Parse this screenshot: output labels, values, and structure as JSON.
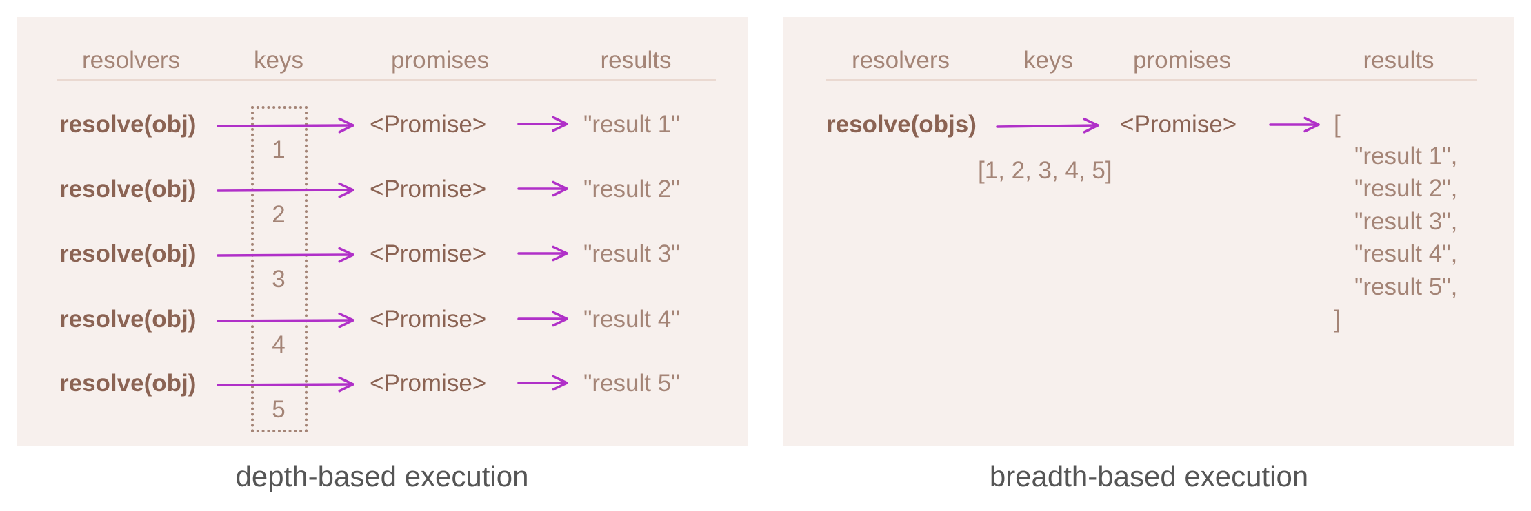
{
  "colors": {
    "panel_bg": "#f7f0ed",
    "text_brown": "#8b6353",
    "text_light": "#a48476",
    "arrow": "#b030c8",
    "caption": "#555555"
  },
  "left": {
    "headers": {
      "resolvers": "resolvers",
      "keys": "keys",
      "promises": "promises",
      "results": "results"
    },
    "rows": [
      {
        "resolver": "resolve(obj)",
        "key": "1",
        "promise": "<Promise>",
        "result": "\"result 1\""
      },
      {
        "resolver": "resolve(obj)",
        "key": "2",
        "promise": "<Promise>",
        "result": "\"result 2\""
      },
      {
        "resolver": "resolve(obj)",
        "key": "3",
        "promise": "<Promise>",
        "result": "\"result 3\""
      },
      {
        "resolver": "resolve(obj)",
        "key": "4",
        "promise": "<Promise>",
        "result": "\"result 4\""
      },
      {
        "resolver": "resolve(obj)",
        "key": "5",
        "promise": "<Promise>",
        "result": "\"result 5\""
      }
    ],
    "caption": "depth-based execution"
  },
  "right": {
    "headers": {
      "resolvers": "resolvers",
      "keys": "keys",
      "promises": "promises",
      "results": "results"
    },
    "resolver": "resolve(objs)",
    "keys": "[1, 2, 3, 4, 5]",
    "promise": "<Promise>",
    "results": {
      "open": "[",
      "items": [
        "\"result 1\",",
        "\"result 2\",",
        "\"result 3\",",
        "\"result 4\",",
        "\"result 5\","
      ],
      "close": "]"
    },
    "caption": "breadth-based execution"
  }
}
